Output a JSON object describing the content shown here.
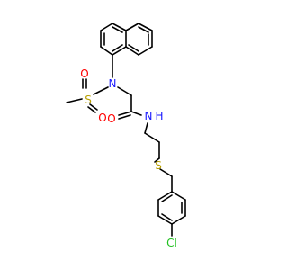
{
  "molecule": {
    "atoms": {
      "n_sulfonamide": "N",
      "s_sulfonyl": "S",
      "o_sulfonyl_left": "O",
      "o_sulfonyl_bottom": "O",
      "o_carbonyl": "O",
      "n_amide": "N",
      "h_amide": "H",
      "s_thioether": "S",
      "cl": "Cl"
    },
    "colors": {
      "bond": "#000000",
      "N": "#1a1aff",
      "O": "#ff0000",
      "S": "#b8a000",
      "Cl": "#1fc01f"
    }
  }
}
